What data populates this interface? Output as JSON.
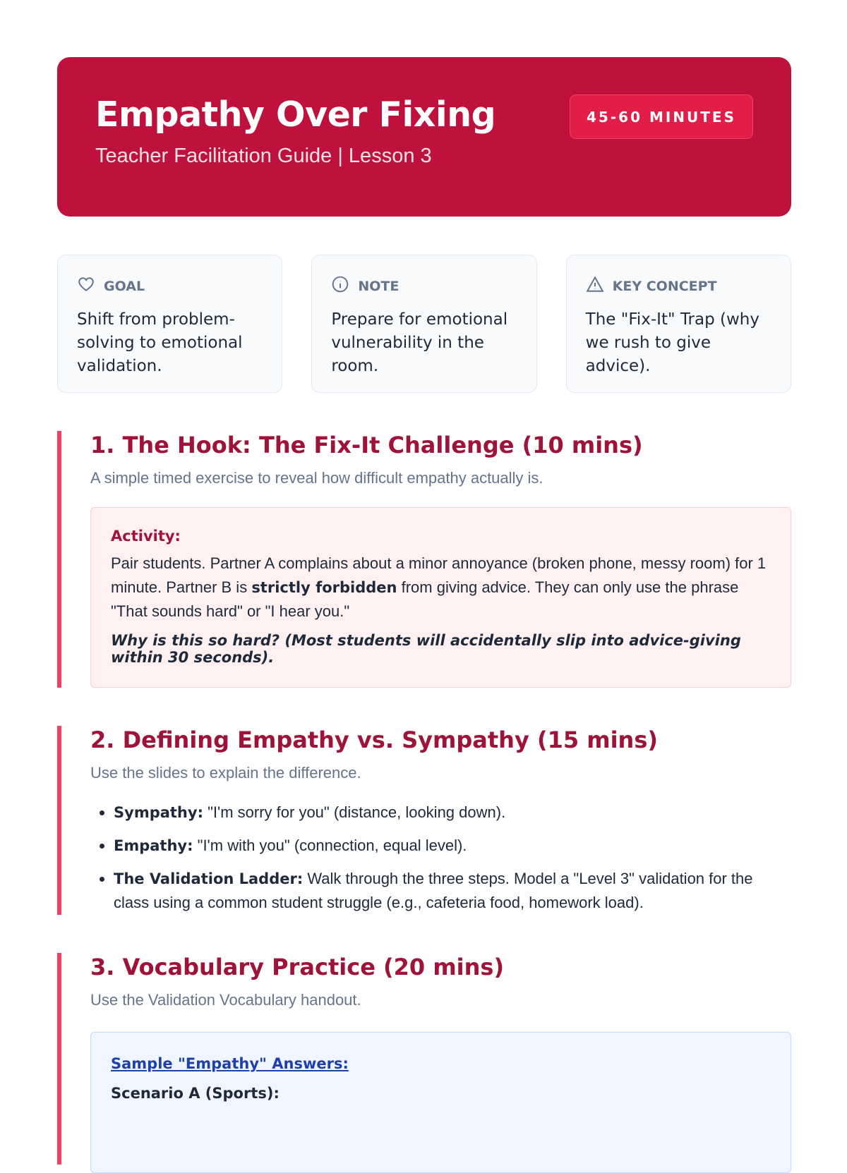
{
  "header": {
    "title": "Empathy Over Fixing",
    "subtitle": "Teacher Facilitation Guide | Lesson 3",
    "badge": "45-60 MINUTES"
  },
  "cards": [
    {
      "icon": "heart-icon",
      "label": "GOAL",
      "text": "Shift from problem-solving to emotional validation."
    },
    {
      "icon": "info-icon",
      "label": "NOTE",
      "text": "Prepare for emotional vulnerability in the room."
    },
    {
      "icon": "warning-icon",
      "label": "KEY CONCEPT",
      "text": "The \"Fix-It\" Trap (why we rush to give advice)."
    }
  ],
  "sections": [
    {
      "title": "1. The Hook: The Fix-It Challenge (10 mins)",
      "intro": "A simple timed exercise to reveal how difficult empathy actually is.",
      "activity": {
        "label": "Activity:",
        "text_a": "Pair students. Partner A complains about a minor annoyance (broken phone, messy room) for 1 minute. Partner B is ",
        "strong": "strictly forbidden",
        "text_b": " from giving advice. They can only use the phrase \"That sounds hard\" or \"I hear you.\"",
        "question": "Why is this so hard? (Most students will accidentally slip into advice-giving within 30 seconds)."
      }
    },
    {
      "title": "2. Defining Empathy vs. Sympathy (15 mins)",
      "intro": "Use the slides to explain the difference.",
      "items": [
        {
          "term": "Sympathy:",
          "text": " \"I'm sorry for you\" (distance, looking down)."
        },
        {
          "term": "Empathy:",
          "text": " \"I'm with you\" (connection, equal level)."
        },
        {
          "term": "The Validation Ladder:",
          "text": " Walk through the three steps. Model a \"Level 3\" validation for the class using a common student struggle (e.g., cafeteria food, homework load)."
        }
      ]
    },
    {
      "title": "3. Vocabulary Practice (20 mins)",
      "intro": "Use the Validation Vocabulary handout.",
      "sample": {
        "link": "Sample \"Empathy\" Answers:",
        "scenario": "Scenario A (Sports):"
      }
    }
  ]
}
